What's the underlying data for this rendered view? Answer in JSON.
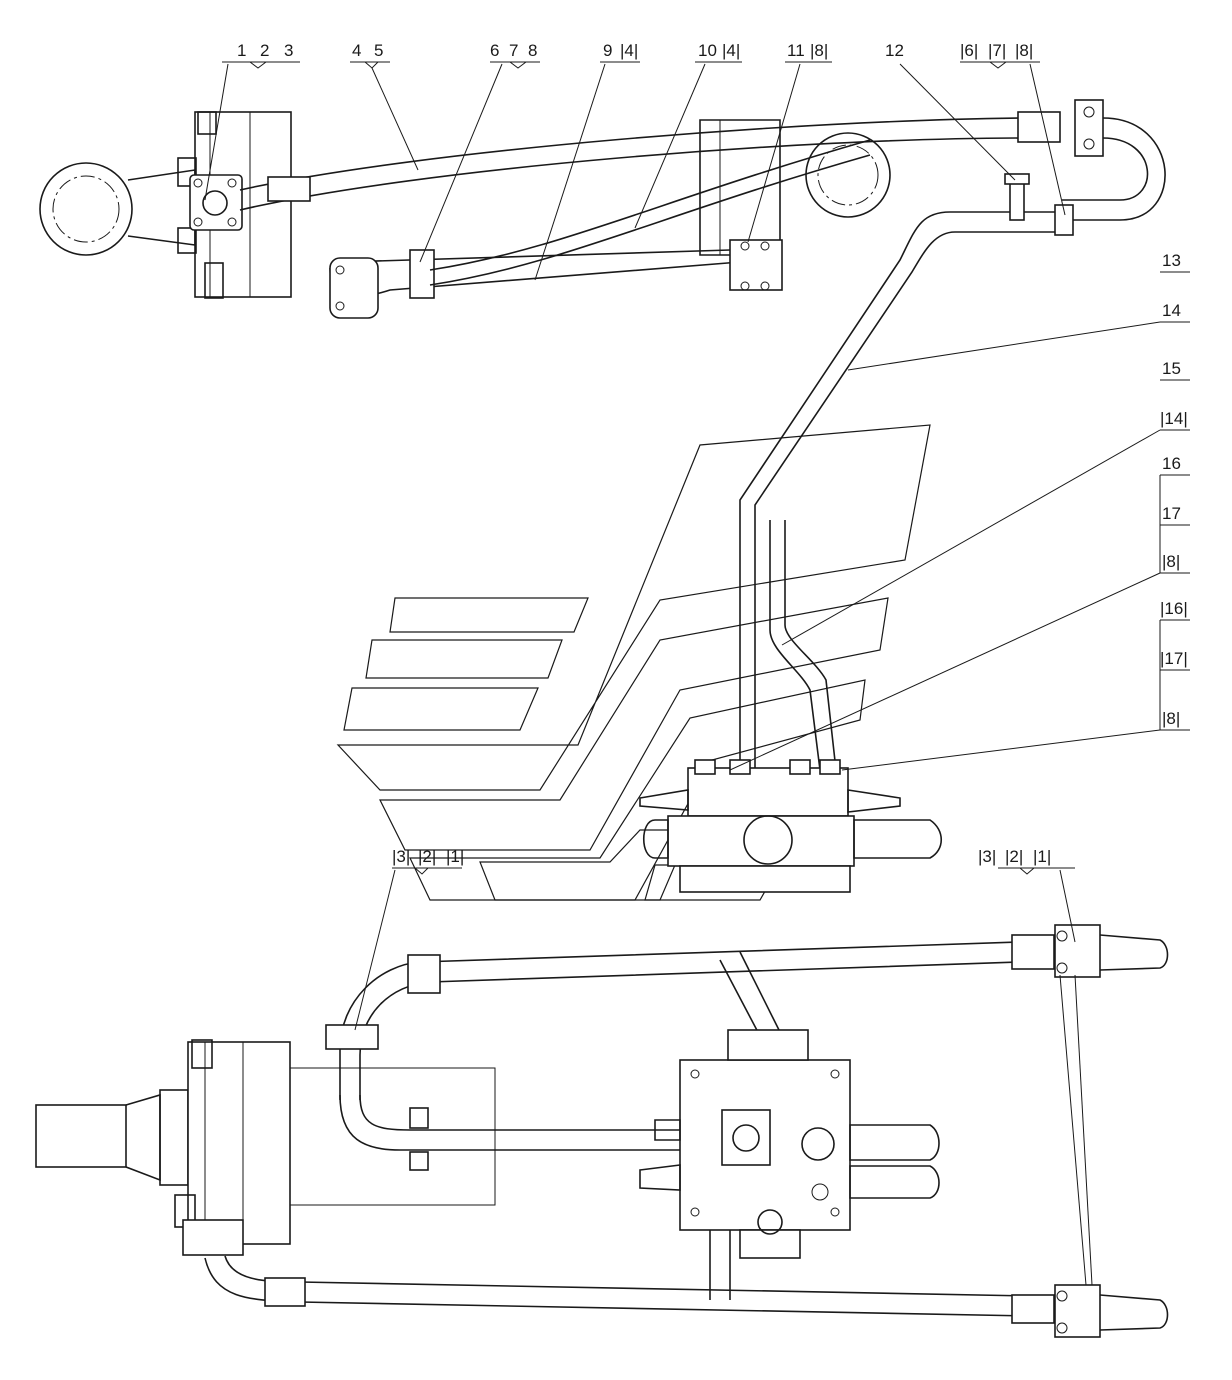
{
  "top_view": {
    "callouts": [
      {
        "id": "c1",
        "text": "1"
      },
      {
        "id": "c2",
        "text": "2"
      },
      {
        "id": "c3",
        "text": "3"
      },
      {
        "id": "c4",
        "text": "4"
      },
      {
        "id": "c5",
        "text": "5"
      },
      {
        "id": "c6",
        "text": "6"
      },
      {
        "id": "c7",
        "text": "7"
      },
      {
        "id": "c8",
        "text": "8"
      },
      {
        "id": "c9",
        "text": "9"
      },
      {
        "id": "c9b",
        "text": "|4|"
      },
      {
        "id": "c10",
        "text": "10"
      },
      {
        "id": "c10b",
        "text": "|4|"
      },
      {
        "id": "c11",
        "text": "11"
      },
      {
        "id": "c11b",
        "text": "|8|"
      },
      {
        "id": "c12",
        "text": "12"
      },
      {
        "id": "c6b",
        "text": "|6|"
      },
      {
        "id": "c7b",
        "text": "|7|"
      },
      {
        "id": "c8b",
        "text": "|8|"
      }
    ]
  },
  "right_callouts": [
    {
      "id": "r13",
      "text": "13"
    },
    {
      "id": "r14",
      "text": "14"
    },
    {
      "id": "r15",
      "text": "15"
    },
    {
      "id": "r14b",
      "text": "|14|"
    },
    {
      "id": "r16",
      "text": "16"
    },
    {
      "id": "r17",
      "text": "17"
    },
    {
      "id": "r8",
      "text": "|8|"
    },
    {
      "id": "r16b",
      "text": "|16|"
    },
    {
      "id": "r17b",
      "text": "|17|"
    },
    {
      "id": "r8b",
      "text": "|8|"
    }
  ],
  "bottom_view": {
    "callouts_left": [
      {
        "id": "b3",
        "text": "|3|"
      },
      {
        "id": "b2",
        "text": "|2|"
      },
      {
        "id": "b1",
        "text": "|1|"
      }
    ],
    "callouts_right": [
      {
        "id": "b3r",
        "text": "|3|"
      },
      {
        "id": "b2r",
        "text": "|2|"
      },
      {
        "id": "b1r",
        "text": "|1|"
      }
    ]
  }
}
